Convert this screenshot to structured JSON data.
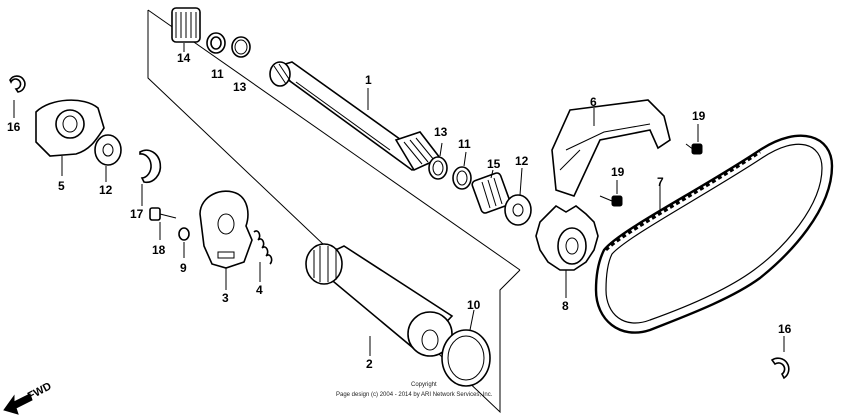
{
  "labels": {
    "p1": "1",
    "p2": "2",
    "p3": "3",
    "p4": "4",
    "p5": "5",
    "p6": "6",
    "p7": "7",
    "p8": "8",
    "p9": "9",
    "p10": "10",
    "p11a": "11",
    "p11b": "11",
    "p12a": "12",
    "p12b": "12",
    "p13a": "13",
    "p13b": "13",
    "p14": "14",
    "p15": "15",
    "p16a": "16",
    "p16b": "16",
    "p17": "17",
    "p18": "18",
    "p19a": "19",
    "p19b": "19"
  },
  "direction": "FWD",
  "copyright": {
    "line1": "Copyright",
    "line2": "Page design (c) 2004 - 2014 by ARI Network Services, Inc."
  }
}
